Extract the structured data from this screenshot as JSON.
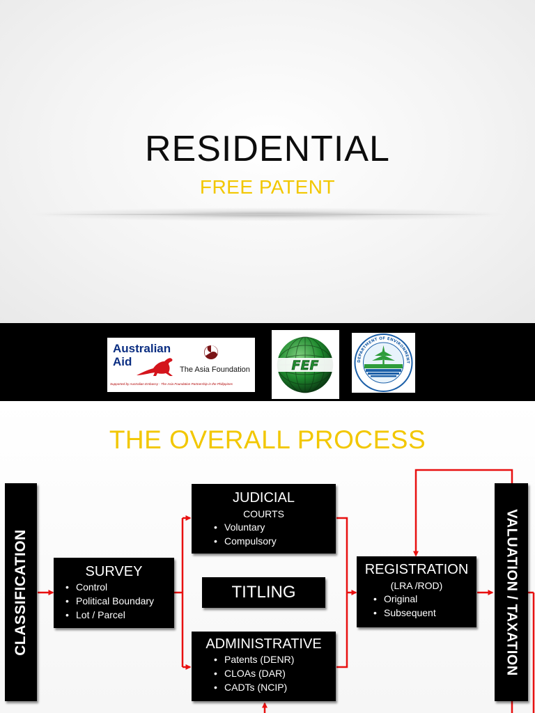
{
  "slide1": {
    "title": "RESIDENTIAL",
    "subtitle": "FREE PATENT",
    "logos": {
      "australian_aid_line1": "Australian",
      "australian_aid_line2": "Aid",
      "asia_foundation": "The Asia Foundation",
      "supported_by": "Supported by Australian Embassy - The Asia Foundation Partnership in the Philippines",
      "fef": "FEF",
      "denr_seal": "DEPARTMENT OF ENVIRONMENT AND NATURAL RESOURCES"
    }
  },
  "slide2": {
    "title": "THE OVERALL PROCESS",
    "classification": "CLASSIFICATION",
    "survey": {
      "title": "SURVEY",
      "items": [
        "Control",
        "Political Boundary",
        "Lot / Parcel"
      ]
    },
    "judicial": {
      "title": "JUDICIAL",
      "subtitle": "COURTS",
      "items": [
        "Voluntary",
        "Compulsory"
      ]
    },
    "titling": "TITLING",
    "administrative": {
      "title": "ADMINISTRATIVE",
      "items": [
        "Patents (DENR)",
        "CLOAs (DAR)",
        "CADTs (NCIP)"
      ]
    },
    "registration": {
      "title": "REGISTRATION",
      "subtitle": "(LRA /ROD)",
      "items": [
        "Original",
        "Subsequent"
      ]
    },
    "valuation": "VALUATION / TAXATION"
  },
  "colors": {
    "accent_yellow": "#f2c700",
    "arrow_red": "#e81010",
    "box_black": "#000000",
    "aus_blue": "#0b2e82",
    "fef_green": "#1f8a2e"
  }
}
